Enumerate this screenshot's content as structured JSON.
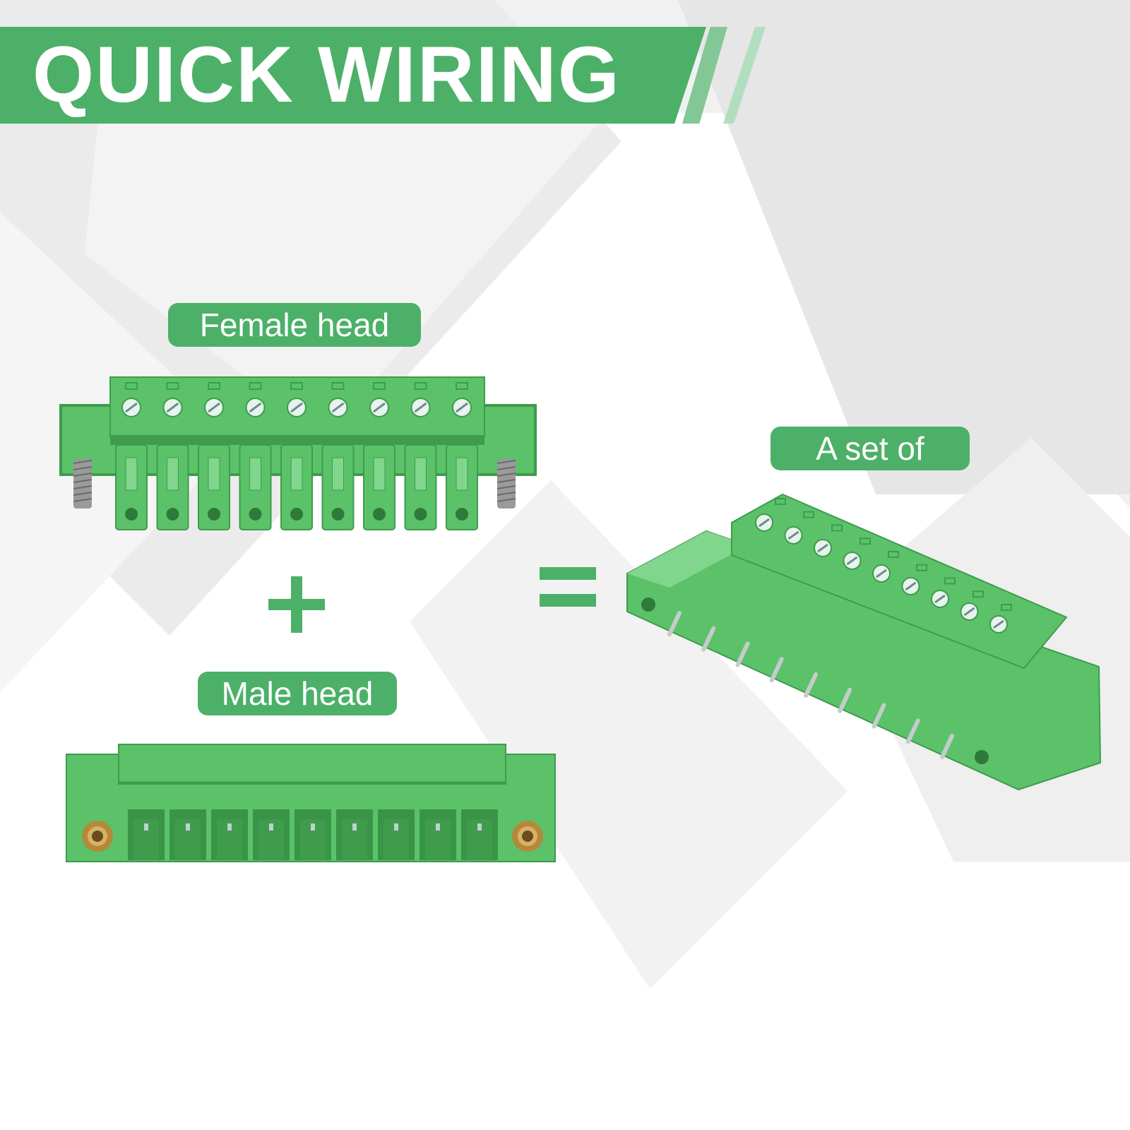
{
  "banner": {
    "title": "QUICK WIRING"
  },
  "labels": {
    "female": "Female head",
    "male": "Male head",
    "set": "A set of"
  },
  "operators": {
    "plus": "+",
    "equals": "="
  },
  "colors": {
    "brand_green": "#4cb068",
    "connector_green": "#5bc26a",
    "connector_dark": "#3e9c4c",
    "stripe_light": "#82c795"
  },
  "pin_count": 9
}
